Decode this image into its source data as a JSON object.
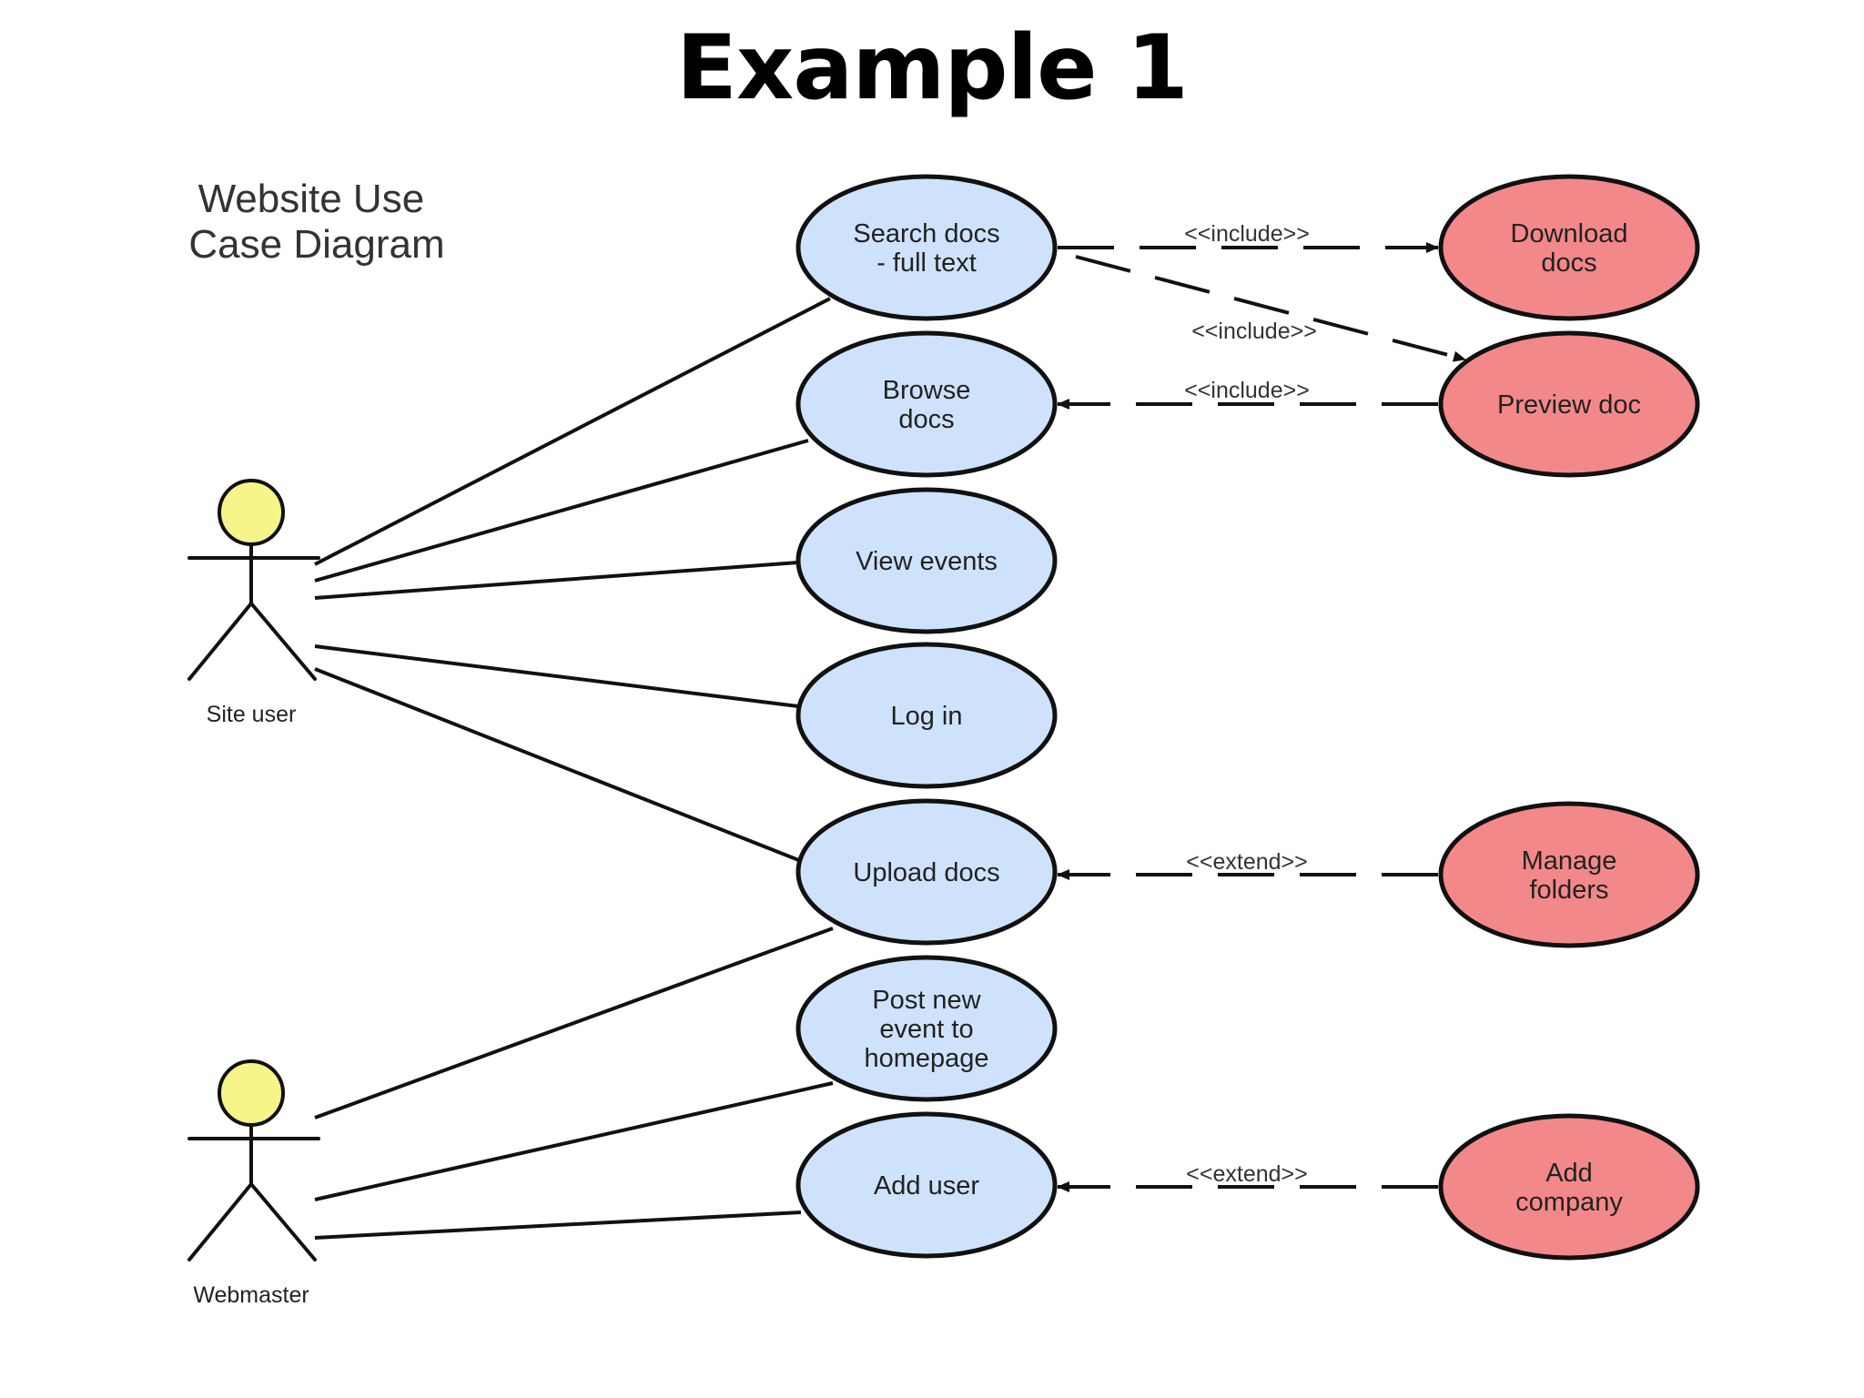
{
  "slide_title": "Example 1",
  "diagram_title": [
    "Website Use",
    "Case Diagram"
  ],
  "colors": {
    "use_case_fill": "#cfe2fb",
    "extension_fill": "#f3888a",
    "actor_head": "#f7f48a",
    "stroke": "#111111"
  },
  "actors": [
    {
      "id": "site_user",
      "label": "Site user"
    },
    {
      "id": "webmaster",
      "label": "Webmaster"
    }
  ],
  "use_cases": [
    {
      "id": "search_docs",
      "lines": [
        "Search docs",
        "- full text"
      ]
    },
    {
      "id": "browse_docs",
      "lines": [
        "Browse",
        "docs"
      ]
    },
    {
      "id": "view_events",
      "lines": [
        "View events"
      ]
    },
    {
      "id": "log_in",
      "lines": [
        "Log in"
      ]
    },
    {
      "id": "upload_docs",
      "lines": [
        "Upload docs"
      ]
    },
    {
      "id": "post_event",
      "lines": [
        "Post new",
        "event to",
        "homepage"
      ]
    },
    {
      "id": "add_user",
      "lines": [
        "Add user"
      ]
    },
    {
      "id": "download_docs",
      "lines": [
        "Download",
        "docs"
      ]
    },
    {
      "id": "preview_doc",
      "lines": [
        "Preview doc"
      ]
    },
    {
      "id": "manage_folders",
      "lines": [
        "Manage",
        "folders"
      ]
    },
    {
      "id": "add_company",
      "lines": [
        "Add",
        "company"
      ]
    }
  ],
  "associations": [
    {
      "actor": "site_user",
      "use_case": "search_docs"
    },
    {
      "actor": "site_user",
      "use_case": "browse_docs"
    },
    {
      "actor": "site_user",
      "use_case": "view_events"
    },
    {
      "actor": "site_user",
      "use_case": "log_in"
    },
    {
      "actor": "site_user",
      "use_case": "upload_docs"
    },
    {
      "actor": "webmaster",
      "use_case": "upload_docs"
    },
    {
      "actor": "webmaster",
      "use_case": "post_event"
    },
    {
      "actor": "webmaster",
      "use_case": "add_user"
    }
  ],
  "relationships": [
    {
      "from": "search_docs",
      "to": "download_docs",
      "label": "<<include>>"
    },
    {
      "from": "search_docs",
      "to": "preview_doc",
      "label": "<<include>>"
    },
    {
      "from": "preview_doc",
      "to": "browse_docs",
      "label": "<<include>>"
    },
    {
      "from": "manage_folders",
      "to": "upload_docs",
      "label": "<<extend>>"
    },
    {
      "from": "add_company",
      "to": "add_user",
      "label": "<<extend>>"
    }
  ]
}
